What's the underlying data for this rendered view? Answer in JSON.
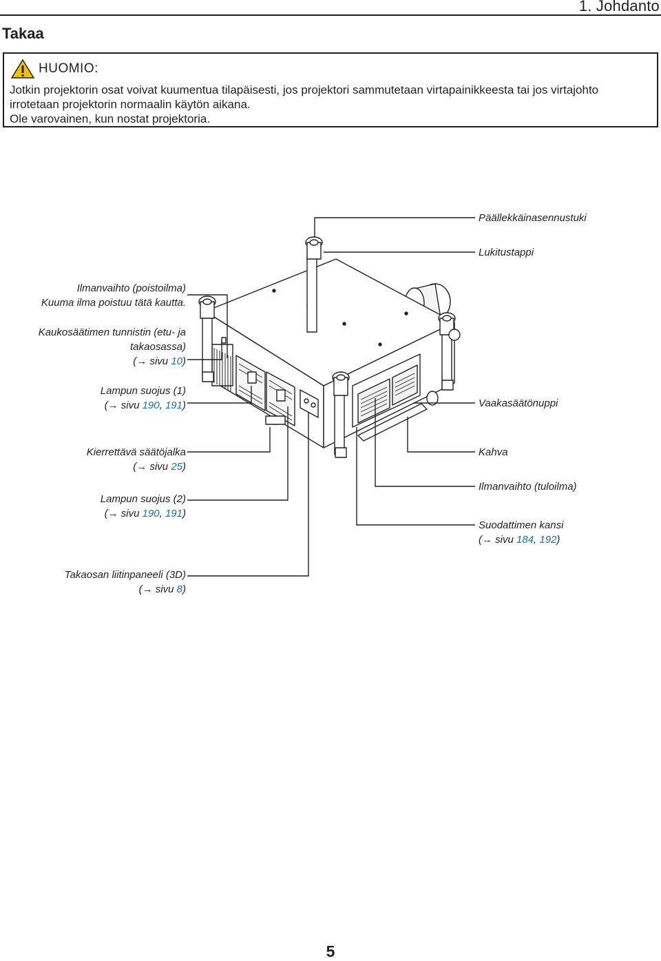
{
  "header": {
    "chapter": "1. Johdanto"
  },
  "section": {
    "title": "Takaa"
  },
  "notice": {
    "title": "HUOMIO:",
    "icon": "warning-triangle-icon",
    "icon_color": "#f2c200",
    "lines": [
      "Jotkin projektorin osat voivat kuumentua tilapäisesti, jos projektori sammutetaan virtapainikkeesta tai jos virtajohto",
      "irrotetaan projektorin normaalin käytön aikana.",
      "Ole varovainen, kun nostat projektoria."
    ]
  },
  "labels": {
    "stacking_support": "Päällekkäinasennustuki",
    "lock_pin": "Lukitustappi",
    "exhaust_vent": {
      "line1": "Ilmanvaihto (poistoilma)",
      "line2": "Kuuma ilma poistuu tätä kautta."
    },
    "remote_sensor": {
      "line1": "Kaukosäätimen tunnistin (etu- ja",
      "line2": "takaosassa)",
      "ref_prefix": "(→ sivu ",
      "ref_page": "10",
      "ref_suffix": ")"
    },
    "lamp_cover_1": {
      "line1": "Lampun suojus (1)",
      "ref_prefix": "(→ sivu ",
      "ref_page1": "190",
      "ref_sep": ", ",
      "ref_page2": "191",
      "ref_suffix": ")"
    },
    "level_knob": "Vaakasäätönuppi",
    "tilt_foot": {
      "line1": "Kierrettävä säätöjalka",
      "ref_prefix": "(→ sivu ",
      "ref_page": "25",
      "ref_suffix": ")"
    },
    "handle": "Kahva",
    "lamp_cover_2": {
      "line1": "Lampun suojus (2)",
      "ref_prefix": "(→ sivu ",
      "ref_page1": "190",
      "ref_sep": ", ",
      "ref_page2": "191",
      "ref_suffix": ")"
    },
    "intake_vent": "Ilmanvaihto (tuloilma)",
    "filter_cover": {
      "line1": "Suodattimen kansi",
      "ref_prefix": "(→ sivu ",
      "ref_page1": "184",
      "ref_sep": ", ",
      "ref_page2": "192",
      "ref_suffix": ")"
    },
    "rear_panel": {
      "line1": "Takaosan liitinpaneeli (3D)",
      "ref_prefix": "(→ sivu ",
      "ref_page": "8",
      "ref_suffix": ")"
    }
  },
  "page_number": "5",
  "colors": {
    "text": "#231f20",
    "link": "#1a6fa8"
  }
}
